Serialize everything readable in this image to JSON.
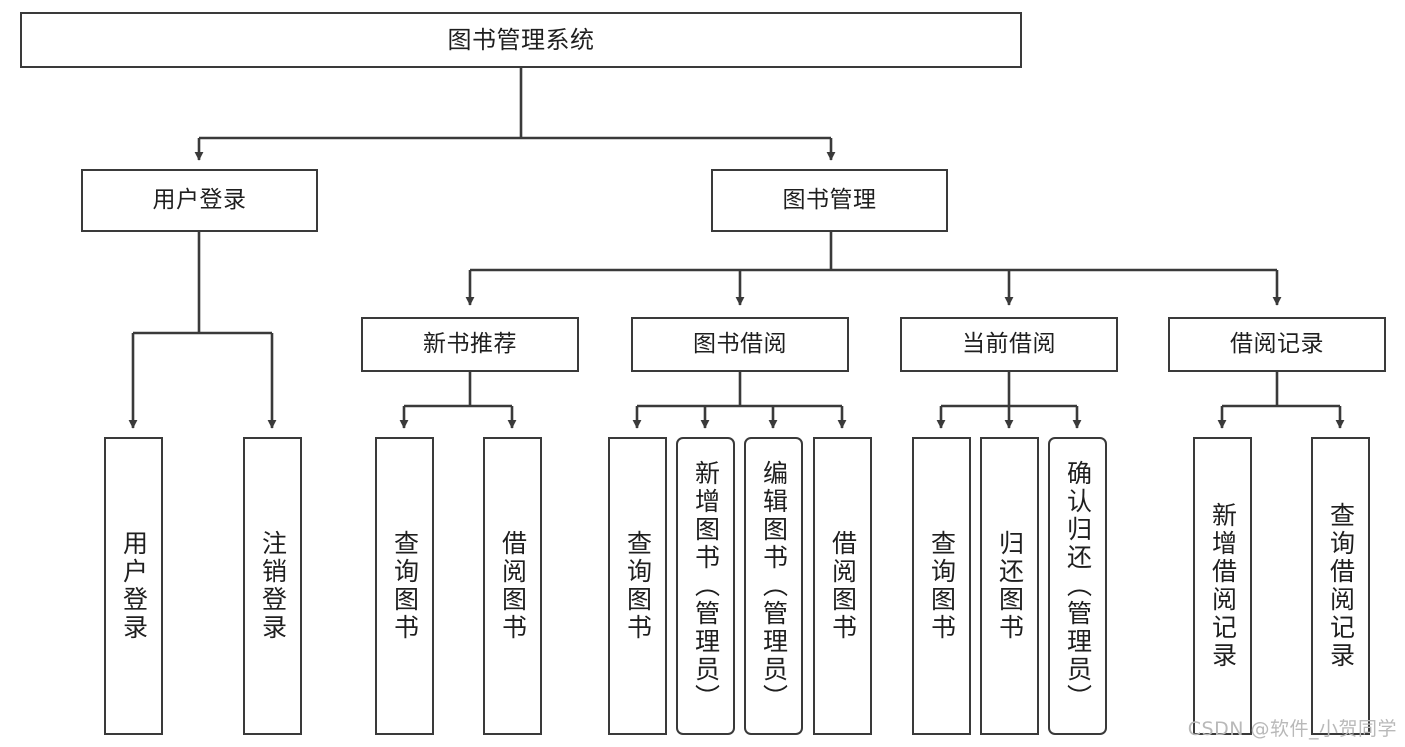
{
  "diagram": {
    "kind": "tree-hierarchy-chart",
    "title": "图书管理系统",
    "line_color": "#3a3a3a",
    "box_border_color": "#3a3a3a",
    "box_fill_color": "#ffffff",
    "text_color": "#1f1f1f",
    "levels": {
      "root": {
        "label": "图书管理系统"
      },
      "level1": [
        {
          "label": "用户登录"
        },
        {
          "label": "图书管理"
        }
      ],
      "level2": [
        {
          "label": "新书推荐"
        },
        {
          "label": "图书借阅"
        },
        {
          "label": "当前借阅"
        },
        {
          "label": "借阅记录"
        }
      ],
      "leaves": {
        "user_login": [
          {
            "label": "用户登录",
            "rounded": false
          },
          {
            "label": "注销登录",
            "rounded": false
          }
        ],
        "new_book_recommend": [
          {
            "label": "查询图书",
            "rounded": false
          },
          {
            "label": "借阅图书",
            "rounded": false
          }
        ],
        "book_borrow": [
          {
            "label": "查询图书",
            "rounded": false
          },
          {
            "label": "新增图书（管理员）",
            "rounded": true
          },
          {
            "label": "编辑图书（管理员）",
            "rounded": true
          },
          {
            "label": "借阅图书",
            "rounded": false
          }
        ],
        "current_borrow": [
          {
            "label": "查询图书",
            "rounded": false
          },
          {
            "label": "归还图书",
            "rounded": false
          },
          {
            "label": "确认归还（管理员）",
            "rounded": true
          }
        ],
        "borrow_record": [
          {
            "label": "新增借阅记录",
            "rounded": false
          },
          {
            "label": "查询借阅记录",
            "rounded": false
          }
        ]
      }
    }
  },
  "watermark": {
    "text": "CSDN @软件_小贺同学"
  }
}
